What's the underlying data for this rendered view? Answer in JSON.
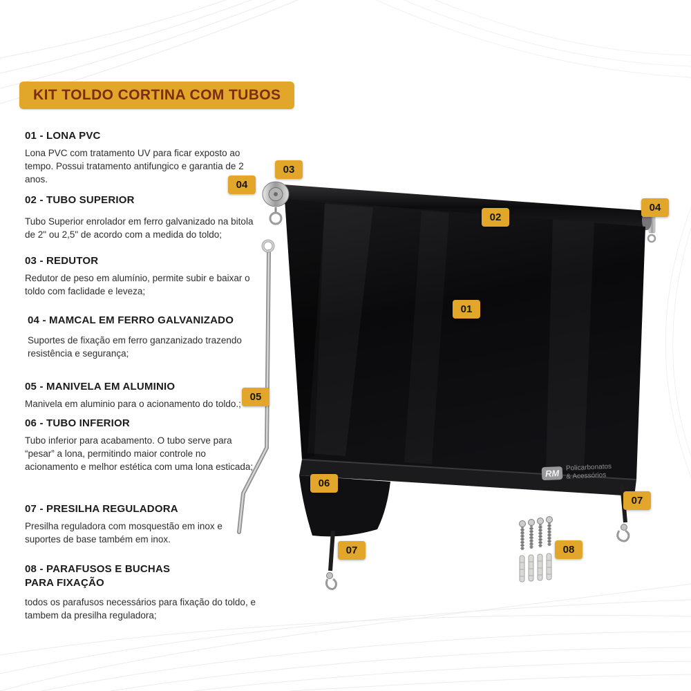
{
  "page_title": "KIT TOLDO CORTINA COM TUBOS",
  "sections": [
    {
      "heading": "01 - LONA PVC",
      "body": "Lona PVC com tratamento UV para ficar exposto ao tempo. Possui tratamento antifungico e garantia de 2 anos."
    },
    {
      "heading": "02 - TUBO SUPERIOR",
      "body": "Tubo Superior enrolador em ferro galvanizado na bitola de 2\" ou 2,5\" de acordo com a medida do toldo;"
    },
    {
      "heading": "03 - REDUTOR",
      "body": "Redutor de peso em alumínio, permite subir e baixar o toldo com faclidade e leveza;"
    },
    {
      "heading": "04 - MAMCAL  EM FERRO GALVANIZADO",
      "body": "Suportes de fixação em ferro ganzanizado trazendo resistência e segurança;"
    },
    {
      "heading": "05 - MANIVELA EM ALUMINIO",
      "body": "Manivela em aluminio para o acionamento do toldo.;"
    },
    {
      "heading": "06 - TUBO INFERIOR",
      "body": "Tubo inferior para acabamento. O tubo serve para “pesar” a lona, permitindo maior controle no acionamento e melhor estética com uma lona esticada;"
    },
    {
      "heading": "07 - PRESILHA REGULADORA",
      "body": "Presilha reguladora com mosquestão em inox e suportes de base também em inox."
    },
    {
      "heading": "08 - PARAFUSOS E BUCHAS PARA FIXAÇÃO",
      "body": "todos os parafusos necessários para fixação do toldo, e tambem da presilha reguladora;"
    }
  ],
  "badges": {
    "n01": "01",
    "n02": "02",
    "n03": "03",
    "n04_left": "04",
    "n04_right": "04",
    "n05": "05",
    "n06": "06",
    "n07_left": "07",
    "n07_right": "07",
    "n08": "08"
  },
  "logo": {
    "abbr": "RM",
    "line1": "Policarbonatos",
    "line2": "& Acessórios"
  },
  "colors": {
    "accent_gold": "#E2A62A",
    "title_text": "#7C2D12",
    "canvas_black": "#0C0C0E"
  }
}
